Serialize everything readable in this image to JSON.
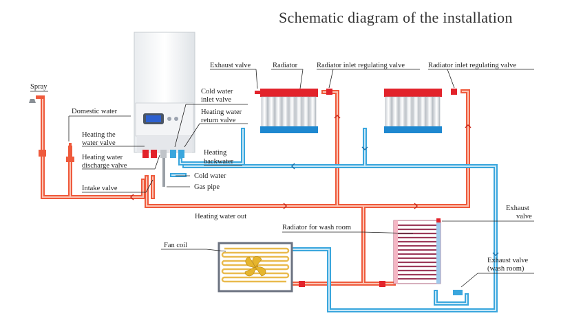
{
  "title": "Schematic diagram of the installation",
  "colors": {
    "hot_pipe": "#ef5a3c",
    "hot_pipe_inner": "#fbc4b4",
    "cold_pipe": "#3aa6dd",
    "cold_pipe_inner": "#c9e8f7",
    "radiator_top": "#e2232b",
    "radiator_bottom": "#1e88d0",
    "wash_radiator": "#9c3a5a",
    "fan_coil_border": "#6b7280"
  },
  "icons": {
    "boiler": "wall-boiler-icon",
    "spray": "shower-head-icon",
    "fan": "fan-blade-icon",
    "valve": "valve-icon",
    "flow_arrow": "chevron-arrow-icon"
  },
  "labels": {
    "spray": "Spray",
    "domestic_water": "Domestic water",
    "heating_water_valve_1": "Heating the",
    "heating_water_valve_2": "water valve",
    "heating_discharge_1": "Heating water",
    "heating_discharge_2": "discharge valve",
    "intake_valve": "Intake valve",
    "cold_inlet_1": "Cold water",
    "cold_inlet_2": "inlet valve",
    "heating_return_1": "Heating water",
    "heating_return_2": "return valve",
    "heating_backwater_1": "Heating",
    "heating_backwater_2": "backwater",
    "cold_water": "Cold water",
    "gas_pipe": "Gas pipe",
    "exhaust_valve": "Exhaust valve",
    "radiator": "Radiator",
    "radiator_inlet_1": "Radiator inlet regulating valve",
    "radiator_inlet_2": "Radiator inlet regulating valve",
    "heating_water_out": "Heating water out",
    "radiator_wash_room": "Radiator for wash room",
    "fan_coil": "Fan coil",
    "exhaust_right_1": "Exhaust",
    "exhaust_right_2": "valve",
    "exhaust_wash_1": "Exhaust valve",
    "exhaust_wash_2": "(wash room)"
  }
}
